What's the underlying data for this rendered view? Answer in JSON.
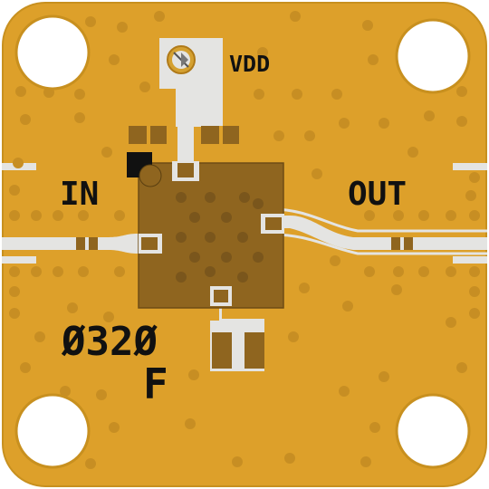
{
  "labels": {
    "vdd": "VDD",
    "input": "IN",
    "output": "OUT",
    "part_code": "Ø32Ø",
    "part_rev": "F"
  },
  "colors": {
    "board": "#DDA02A",
    "board_dark": "#C8901F",
    "via": "#C78E23",
    "pad": "#E4E4E2",
    "chip": "#8F651F",
    "chip_pad": "#7A561C",
    "silk": "#111111",
    "background": "#FFFFFF"
  }
}
